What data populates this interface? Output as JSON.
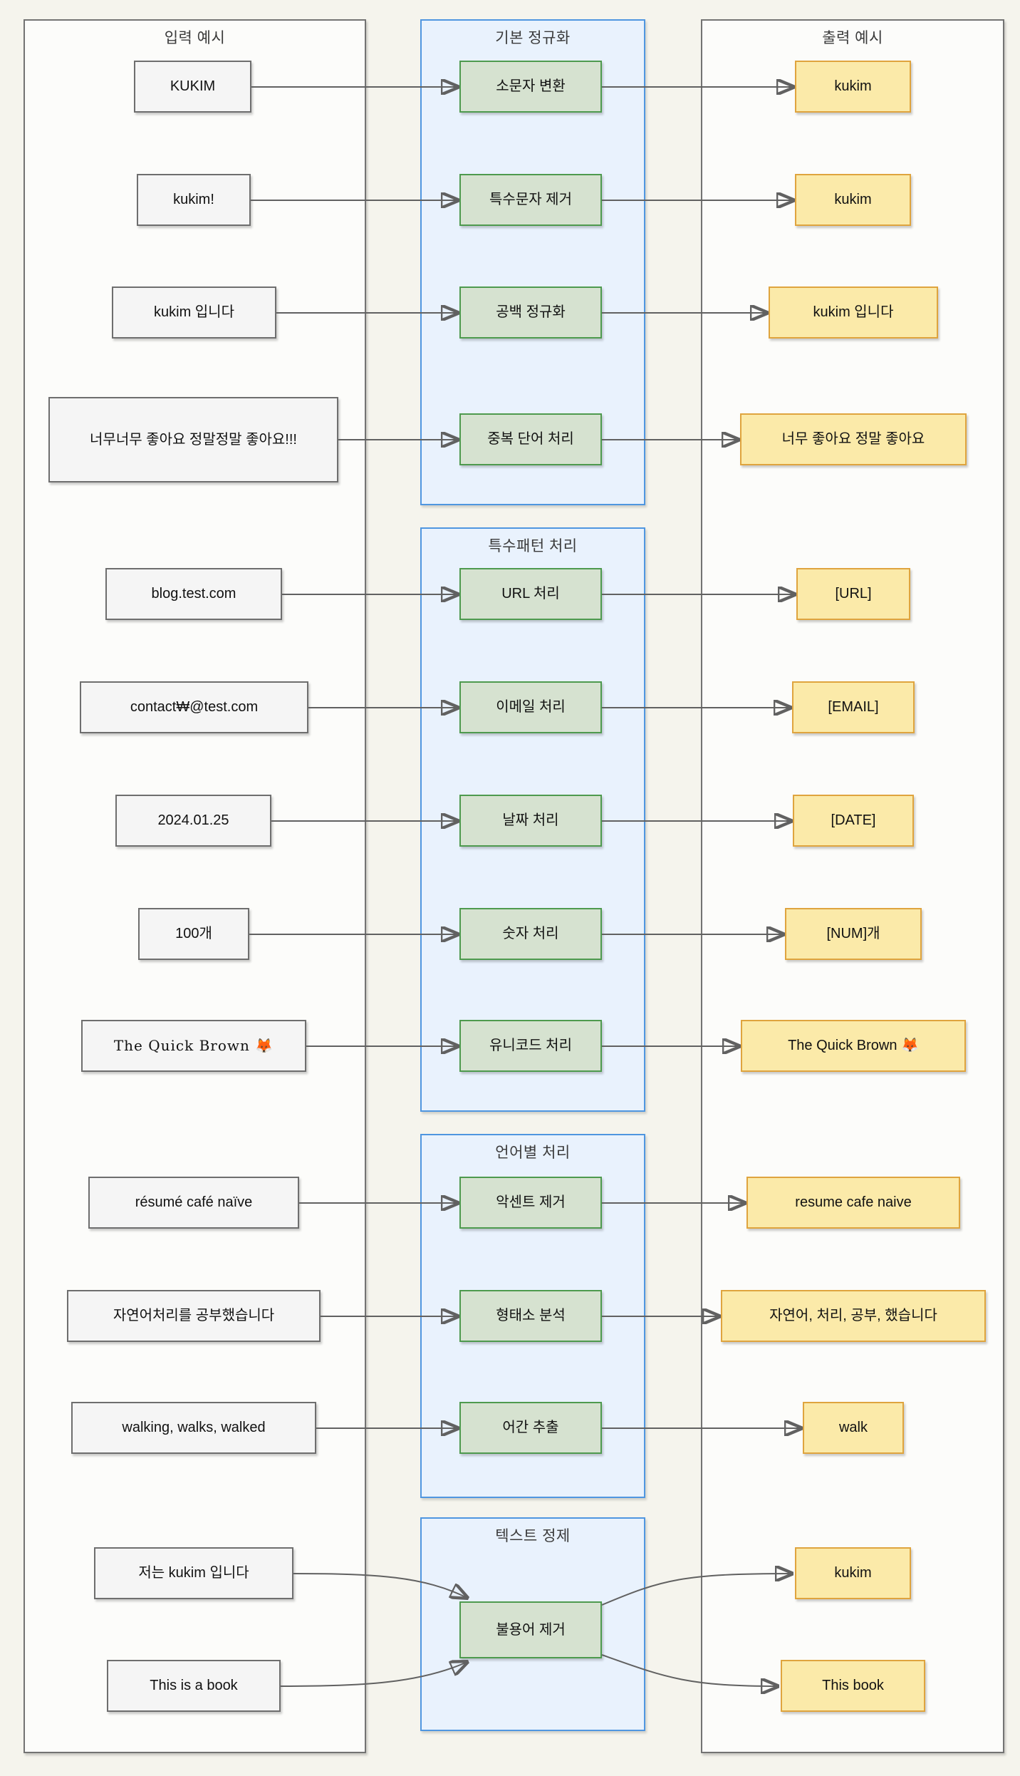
{
  "columns": {
    "input_title": "입력 예시",
    "output_title": "출력 예시"
  },
  "groups": [
    {
      "title": "기본 정규화"
    },
    {
      "title": "특수패턴 처리"
    },
    {
      "title": "언어별 처리"
    },
    {
      "title": "텍스트 정제"
    }
  ],
  "rows": [
    {
      "input": "KUKIM",
      "process": "소문자 변환",
      "output": "kukim"
    },
    {
      "input": "kukim!",
      "process": "특수문자 제거",
      "output": "kukim"
    },
    {
      "input": "kukim 입니다",
      "process": "공백 정규화",
      "output": "kukim 입니다"
    },
    {
      "input": "너무너무 좋아요 정말정말 좋아요!!!",
      "process": "중복 단어 처리",
      "output": "너무 좋아요 정말 좋아요"
    },
    {
      "input": "blog.test.com",
      "process": "URL 처리",
      "output": "[URL]"
    },
    {
      "input": "contact₩@test.com",
      "process": "이메일 처리",
      "output": "[EMAIL]"
    },
    {
      "input": "2024.01.25",
      "process": "날짜 처리",
      "output": "[DATE]"
    },
    {
      "input": "100개",
      "process": "숫자 처리",
      "output": "[NUM]개"
    },
    {
      "input": "The Quick Brown 🦊",
      "process": "유니코드 처리",
      "output": "The Quick Brown 🦊"
    },
    {
      "input": "résumé café naïve",
      "process": "악센트 제거",
      "output": "resume cafe naive"
    },
    {
      "input": "자연어처리를 공부했습니다",
      "process": "형태소 분석",
      "output": "자연어, 처리, 공부, 했습니다"
    },
    {
      "input": "walking, walks, walked",
      "process": "어간 추출",
      "output": "walk"
    }
  ],
  "stopword_group": {
    "process": "불용어 제거",
    "pairs": [
      {
        "input": "저는 kukim 입니다",
        "output": "kukim"
      },
      {
        "input": "This is a book",
        "output": "This book"
      }
    ]
  },
  "colors": {
    "page_bg": "#f5f4ed",
    "input_fill": "#f5f5f5",
    "input_border": "#6e6e6e",
    "process_fill": "#d6e2d0",
    "process_border": "#4e9a4e",
    "output_fill": "#fbeaa9",
    "output_border": "#dfa43e",
    "group_fill": "#e9f2fd",
    "group_border": "#4f96e0",
    "arrow": "#616161"
  }
}
